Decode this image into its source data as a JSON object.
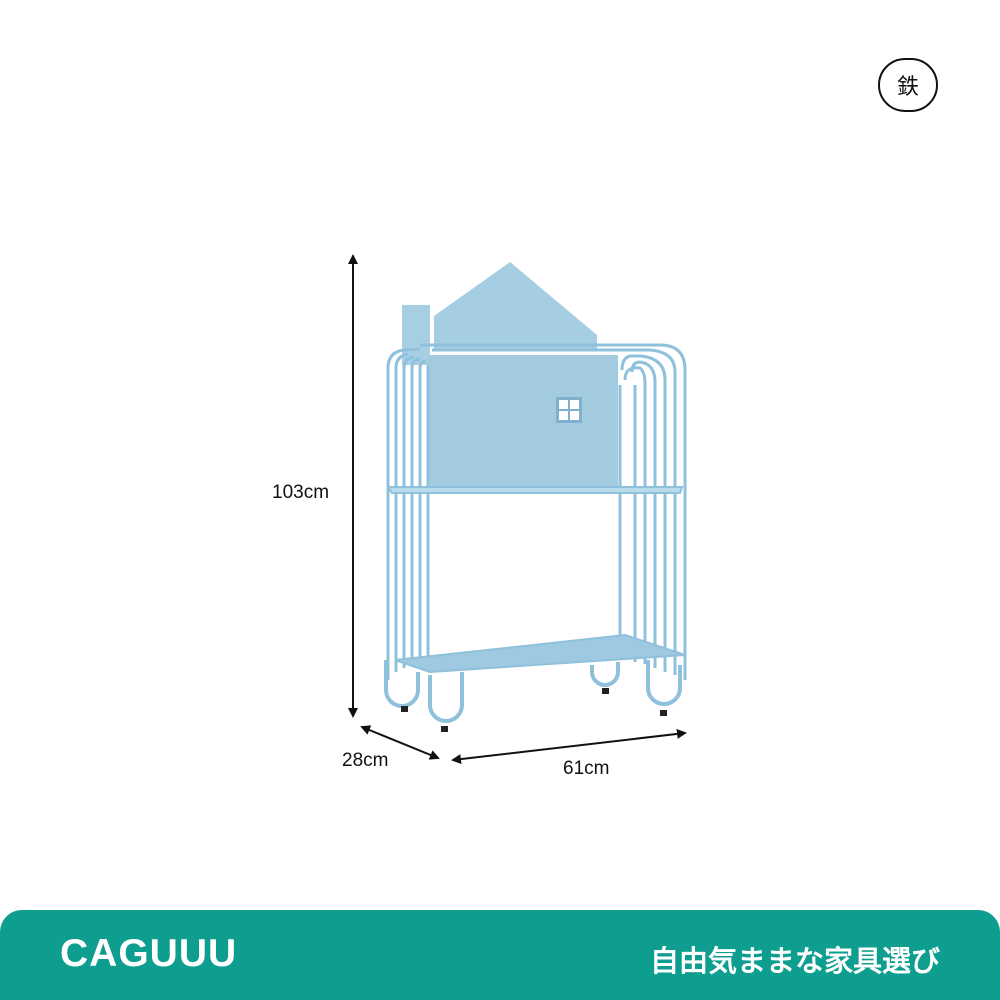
{
  "material_badge": {
    "text": "鉄"
  },
  "dimensions": {
    "height": "103cm",
    "depth": "28cm",
    "width": "61cm"
  },
  "product": {
    "icon": "house-shaped-shelf-illustration",
    "color": "#9fcbe2"
  },
  "footer": {
    "brand": "CAGUUU",
    "tagline": "自由気ままな家具選び",
    "background": "#0e9e8f"
  }
}
